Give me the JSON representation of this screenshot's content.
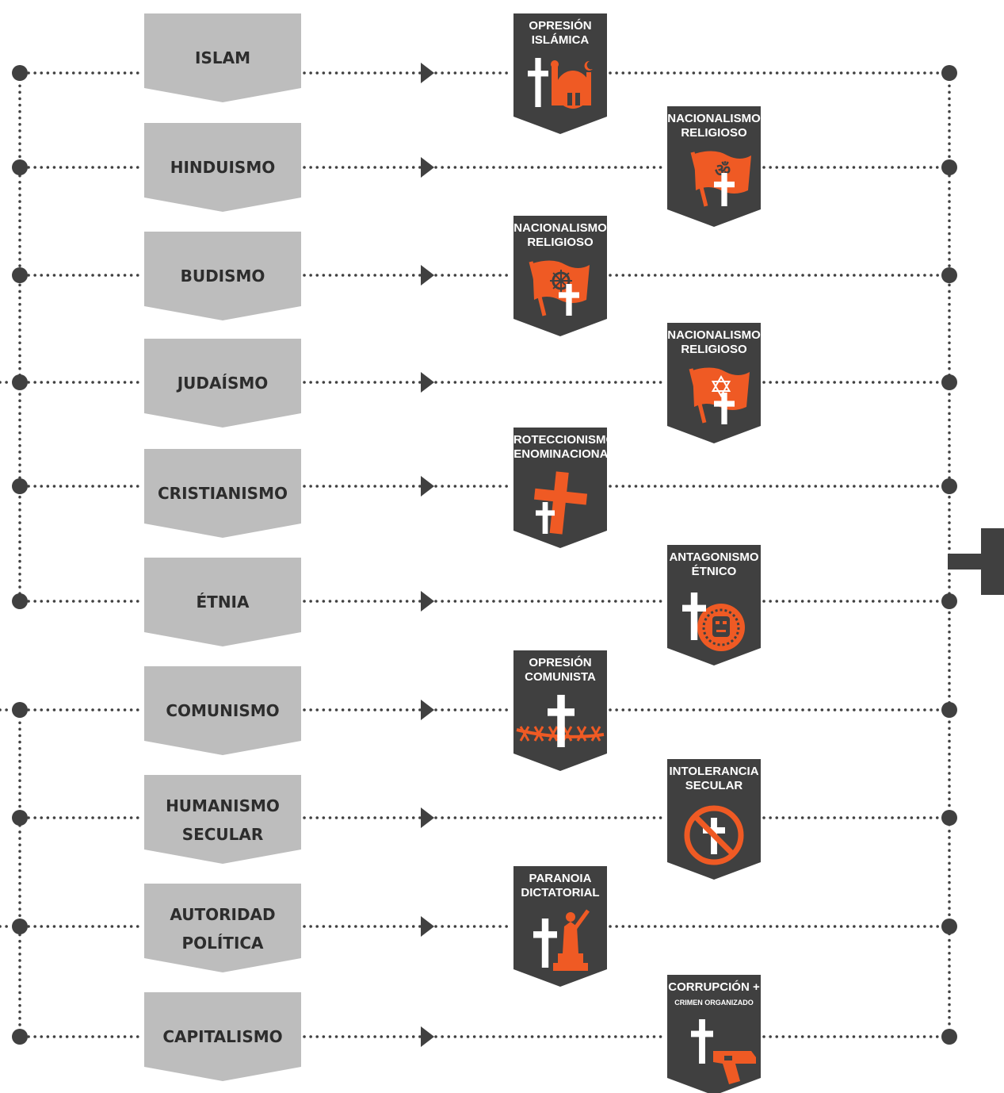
{
  "colors": {
    "line": "#404040",
    "chevron": "#bdbdbd",
    "chevron_text": "#2d2d2d",
    "badge": "#404040",
    "accent": "#ef5a24",
    "cross": "#ffffff"
  },
  "rows": [
    {
      "source": [
        "ISLAM"
      ],
      "badge": [
        "OPRESIÓN",
        "ISLÁMICA"
      ],
      "icon": "mosque-icon"
    },
    {
      "source": [
        "HINDUISMO"
      ],
      "badge": [
        "NACIONALISMO",
        "RELIGIOSO"
      ],
      "icon": "om-flag-icon"
    },
    {
      "source": [
        "BUDISMO"
      ],
      "badge": [
        "NACIONALISMO",
        "RELIGIOSO"
      ],
      "icon": "dharma-wheel-flag-icon"
    },
    {
      "source": [
        "JUDAÍSMO"
      ],
      "badge": [
        "NACIONALISMO",
        "RELIGIOSO"
      ],
      "icon": "star-of-david-flag-icon"
    },
    {
      "source": [
        "CRISTIANISMO"
      ],
      "badge": [
        "PROTECCIONISMO",
        "DENOMINACIONAL"
      ],
      "icon": "large-cross-icon"
    },
    {
      "source": [
        "ÉTNIA"
      ],
      "badge": [
        "ANTAGONISMO",
        "ÉTNICO"
      ],
      "icon": "tribal-mask-icon"
    },
    {
      "source": [
        "COMUNISMO"
      ],
      "badge": [
        "OPRESIÓN",
        "COMUNISTA"
      ],
      "icon": "barbed-wire-icon"
    },
    {
      "source": [
        "HUMANISMO",
        "SECULAR"
      ],
      "badge": [
        "INTOLERANCIA",
        "SECULAR"
      ],
      "icon": "prohibited-icon"
    },
    {
      "source": [
        "AUTORIDAD",
        "POLÍTICA"
      ],
      "badge": [
        "PARANOIA",
        "DICTATORIAL"
      ],
      "icon": "statue-icon"
    },
    {
      "source": [
        "CAPITALISMO"
      ],
      "badge": [
        "CORRUPCIÓN +",
        "CRIMEN ORGANIZADO"
      ],
      "icon": "handgun-icon"
    }
  ],
  "output_arrow": "right-arrow-icon"
}
